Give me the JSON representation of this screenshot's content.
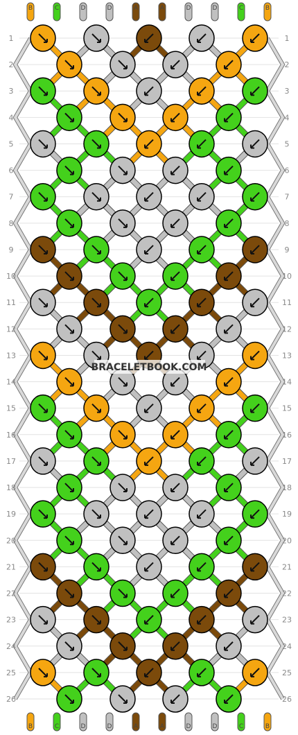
{
  "site": {
    "watermark": "BRACELETBOOK.COM"
  },
  "pattern": {
    "rows": 26,
    "knot_colors": {
      "O": "#f5a611",
      "G": "#44d11c",
      "S": "#c0c0c0",
      "B": "#7b4a0b"
    },
    "top_strands": [
      "B",
      "C",
      "D",
      "D",
      "A",
      "A",
      "D",
      "D",
      "C",
      "B"
    ],
    "bottom_strands": [
      "B",
      "C",
      "D",
      "D",
      "A",
      "A",
      "D",
      "D",
      "C",
      "B"
    ],
    "knot_rows": [
      "OSBSO",
      "OSSO",
      "GOSOG",
      "GOOG",
      "SGOGS",
      "GSSG",
      "GSSSG",
      "GSSG",
      "BGSGB",
      "BGGB",
      "SBGBS",
      "SBBS",
      "OSBSO",
      "OSSO",
      "GOSOG",
      "GOOG",
      "SGOGS",
      "GSSG",
      "GSSSG",
      "GSSG",
      "BGSGB",
      "BGGB",
      "SBGBS",
      "SBBS",
      "OGBGO",
      "GSSG"
    ]
  }
}
